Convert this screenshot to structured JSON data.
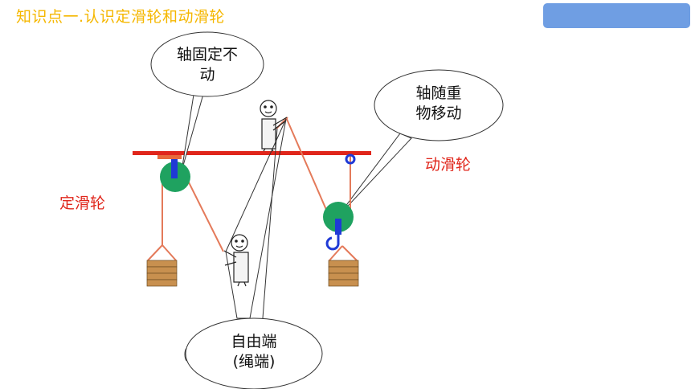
{
  "header": {
    "title": "知识点一.认识定滑轮和动滑轮"
  },
  "labels": {
    "fixed_pulley": "定滑轮",
    "movable_pulley": "动滑轮"
  },
  "bubbles": {
    "axle_fixed": {
      "line1": "轴固定不",
      "line2": "动"
    },
    "axle_moves": {
      "line1": "轴随重",
      "line2": "物移动"
    },
    "free_end": {
      "line1": "自由端",
      "line2": "(绳端)"
    }
  },
  "colors": {
    "title": "#f5b700",
    "beam": "#e0261b",
    "pulley": "#1fa260",
    "axle": "#1f3ad6",
    "rope": "#e47a5a",
    "weight": "#c8904f",
    "button": "#6f9ee3"
  }
}
